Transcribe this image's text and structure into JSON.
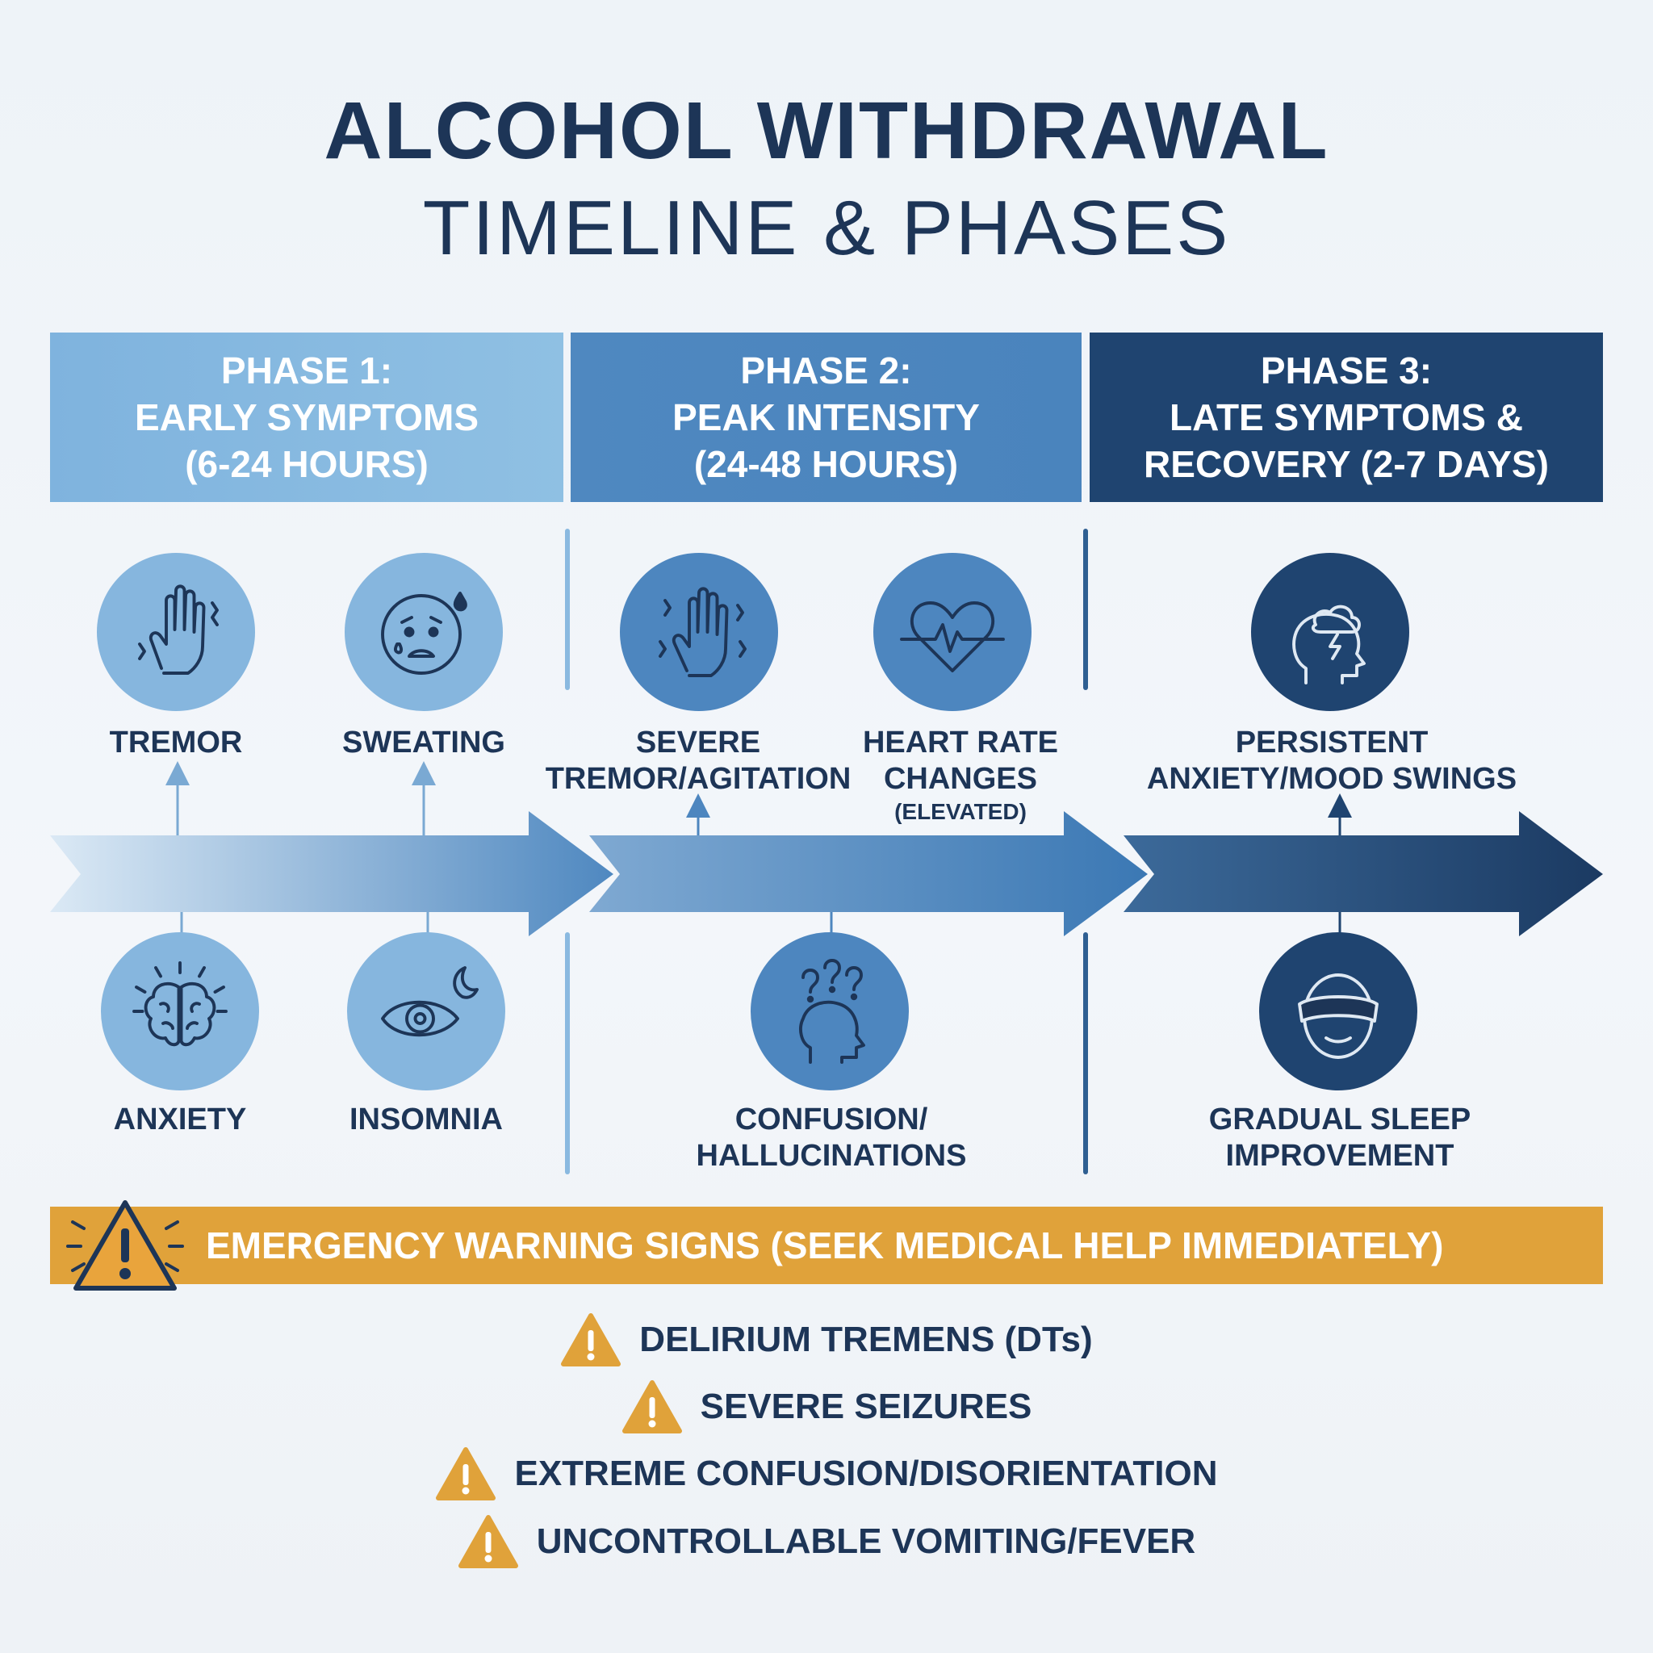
{
  "title": {
    "line1": "ALCOHOL WITHDRAWAL",
    "line2": "TIMELINE & PHASES"
  },
  "phases": [
    {
      "line1": "PHASE 1:",
      "line2": "EARLY SYMPTOMS",
      "line3": "(6-24 HOURS)",
      "color": "#8ab9e0"
    },
    {
      "line1": "PHASE 2:",
      "line2": "PEAK INTENSITY",
      "line3": "(24-48 HOURS)",
      "color": "#4d86bf"
    },
    {
      "line1": "PHASE 3:",
      "line2": "LATE SYMPTOMS &",
      "line3": "RECOVERY (2-7 DAYS)",
      "color": "#1f4470"
    }
  ],
  "symptoms": {
    "tremor": {
      "label": "TREMOR",
      "icon": "tremor-hand-icon"
    },
    "sweating": {
      "label": "SWEATING",
      "icon": "sweating-face-icon"
    },
    "anxiety": {
      "label": "ANXIETY",
      "icon": "brain-icon"
    },
    "insomnia": {
      "label": "INSOMNIA",
      "icon": "eye-moon-icon"
    },
    "severe_tremor": {
      "line1": "SEVERE",
      "line2": "TREMOR/AGITATION",
      "icon": "shaking-hand-icon"
    },
    "heart_rate": {
      "line1": "HEART RATE",
      "line2": "CHANGES",
      "line3": "(ELEVATED)",
      "icon": "heartbeat-icon"
    },
    "confusion": {
      "line1": "CONFUSION/",
      "line2": "HALLUCINATIONS",
      "icon": "confused-head-icon"
    },
    "persistent_anxiety": {
      "line1": "PERSISTENT",
      "line2": "ANXIETY/MOOD SWINGS",
      "icon": "storm-head-icon"
    },
    "sleep": {
      "line1": "GRADUAL SLEEP",
      "line2": "IMPROVEMENT",
      "icon": "sleep-mask-icon"
    }
  },
  "emergency": {
    "banner": "EMERGENCY WARNING SIGNS (SEEK MEDICAL HELP IMMEDIATELY)",
    "color": "#e0a23a",
    "items": [
      "DELIRIUM TREMENS (DTs)",
      "SEVERE SEIZURES",
      "EXTREME CONFUSION/DISORIENTATION",
      "UNCONTROLLABLE VOMITING/FEVER"
    ]
  }
}
